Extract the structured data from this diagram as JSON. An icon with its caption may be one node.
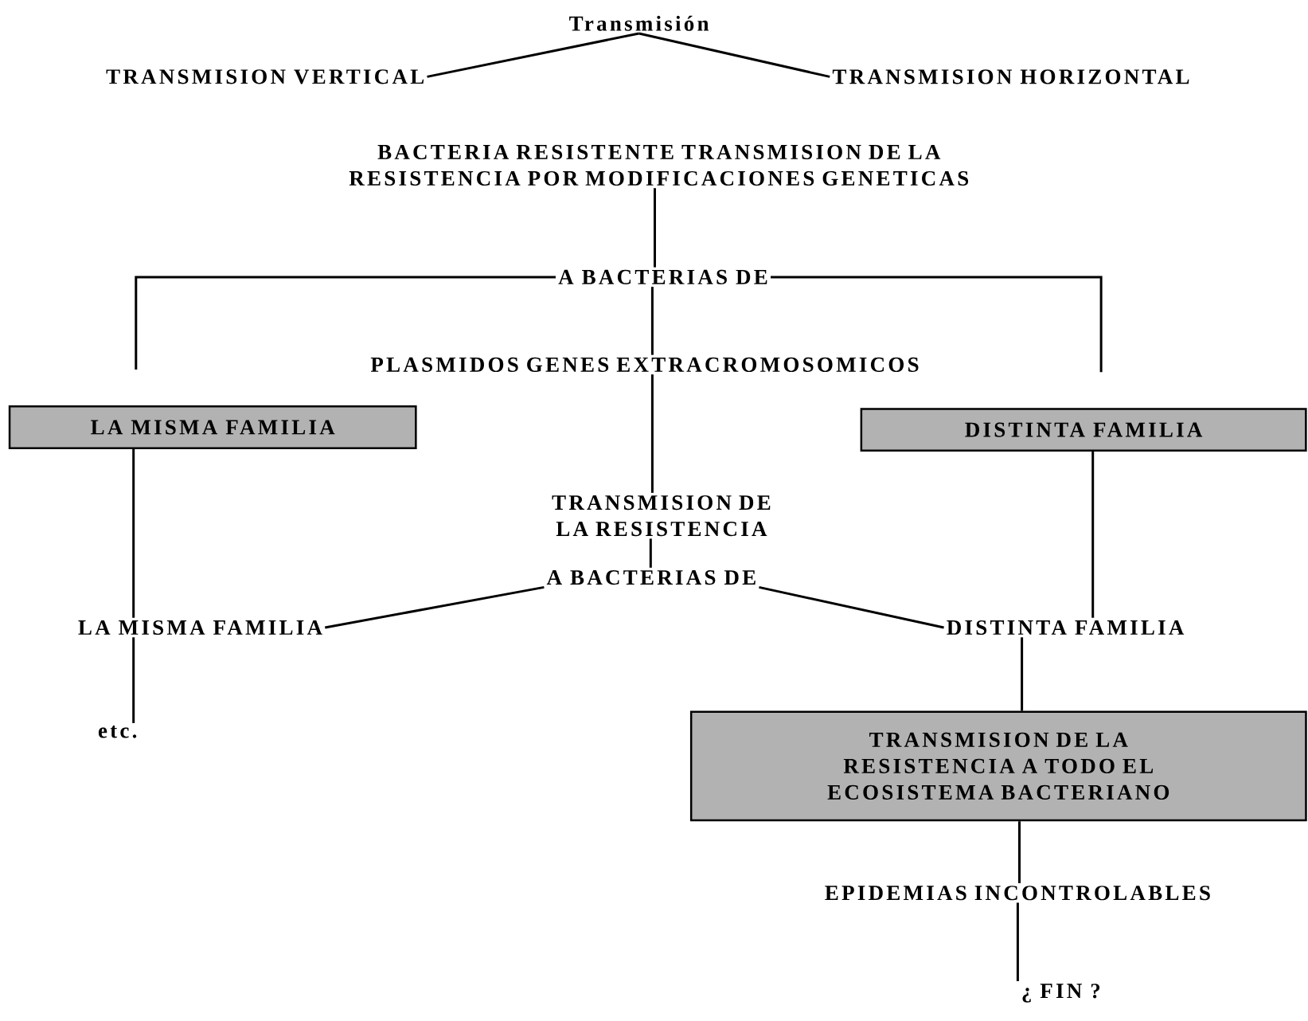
{
  "diagram": {
    "nodes": [
      {
        "text": [
          "Transmisión"
        ]
      },
      {
        "text": [
          "TRANSMISION VERTICAL"
        ]
      },
      {
        "text": [
          "TRANSMISION HORIZONTAL"
        ]
      },
      {
        "text": [
          "BACTERIA RESISTENTE TRANSMISION DE LA RESISTENCIA POR MODIFICACIONES GENETICAS"
        ]
      },
      {
        "text": [
          "A BACTERIAS DE"
        ]
      },
      {
        "text": [
          "PLASMIDOS GENES EXTRACROMOSOMICOS"
        ]
      },
      {
        "text": [
          "LA MISMA FAMILIA"
        ]
      },
      {
        "text": [
          "DISTINTA FAMILIA"
        ]
      },
      {
        "text": [
          "TRANSMISION DE LA RESISTENCIA"
        ]
      },
      {
        "text": [
          "A BACTERIAS DE"
        ]
      },
      {
        "text": [
          "LA MISMA FAMILIA"
        ]
      },
      {
        "text": [
          "DISTINTA FAMILIA"
        ]
      },
      {
        "text": [
          "etc."
        ]
      },
      {
        "text": [
          "TRANSMISION DE LA RESISTENCIA A TODO EL ECOSISTEMA BACTERIANO"
        ]
      },
      {
        "text": [
          "EPIDEMIAS INCONTROLABLES"
        ]
      },
      {
        "text": [
          "¿ FIN ?"
        ]
      }
    ],
    "edges": [
      {
        "from": 0,
        "to": 1,
        "arrow": "none"
      },
      {
        "from": 0,
        "to": 2,
        "arrow": "none"
      },
      {
        "from": 3,
        "to": 4,
        "arrow": "none"
      },
      {
        "from": 4,
        "to": 6,
        "arrow": "none"
      },
      {
        "from": 4,
        "to": 7,
        "arrow": "none"
      },
      {
        "from": 4,
        "to": 5,
        "arrow": "none"
      },
      {
        "from": 5,
        "to": 8,
        "arrow": "none"
      },
      {
        "from": 8,
        "to": 9,
        "arrow": "none"
      },
      {
        "from": 6,
        "to": 10,
        "arrow": "none"
      },
      {
        "from": 7,
        "to": 11,
        "arrow": "none"
      },
      {
        "from": 9,
        "to": 10,
        "arrow": "none"
      },
      {
        "from": 9,
        "to": 11,
        "arrow": "none"
      },
      {
        "from": 10,
        "to": 12,
        "arrow": "none"
      },
      {
        "from": 11,
        "to": 13,
        "arrow": "none"
      },
      {
        "from": 13,
        "to": 14,
        "arrow": "none"
      },
      {
        "from": 14,
        "to": 15,
        "arrow": "none"
      }
    ]
  }
}
